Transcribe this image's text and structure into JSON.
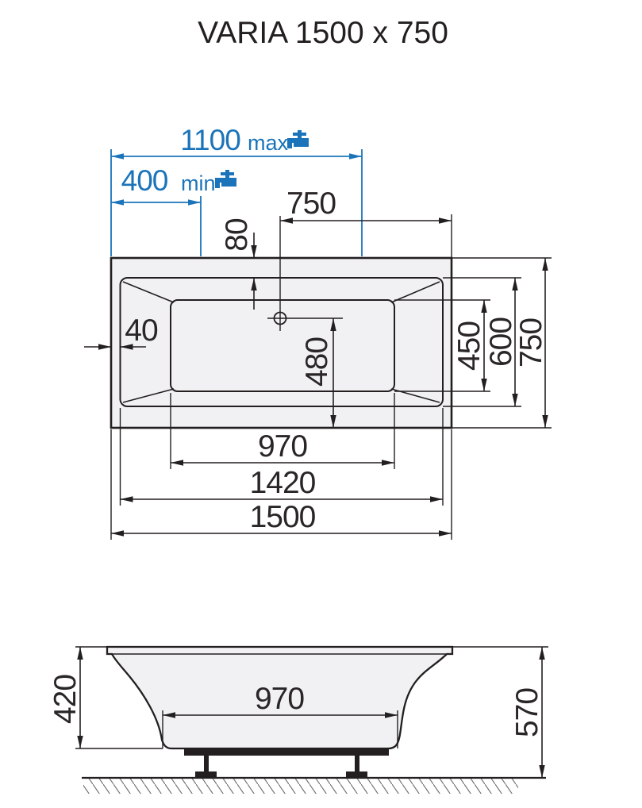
{
  "title": "VARIA 1500 x 750",
  "colors": {
    "accent_blue": "#1b74b9",
    "line": "#231f20",
    "tub_fill": "#f1f1f3"
  },
  "top_view": {
    "dim_faucet_max": {
      "value": "1100",
      "qualifier": "max"
    },
    "dim_faucet_min": {
      "value": "400",
      "qualifier": "min"
    },
    "dim_drain_to_right": "750",
    "dim_rim_top": "80",
    "dim_rim_left": "40",
    "dim_drain_to_bottom": "480",
    "dim_floor_width": "450",
    "dim_rim_width": "600",
    "dim_overall_width": "750",
    "dim_floor_length": "970",
    "dim_rim_length": "1420",
    "dim_overall_length": "1500"
  },
  "side_view": {
    "dim_depth": "420",
    "dim_floor_length": "970",
    "dim_overall_height": "570"
  }
}
